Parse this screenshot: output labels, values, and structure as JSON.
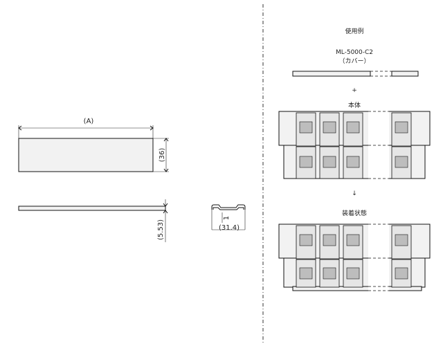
{
  "left": {
    "dim_length": "(A)",
    "dim_height": "(36)",
    "dim_thickness": "(5.53)"
  },
  "profile": {
    "dim_width": "(31.4)",
    "dim_wall": "1"
  },
  "right": {
    "usage_title": "使用例",
    "part_number": "ML-5000-C2",
    "part_kind": "（カバー）",
    "plus": "+",
    "body_label": "本体",
    "arrow": "↓",
    "mounted_label": "装着状態"
  }
}
